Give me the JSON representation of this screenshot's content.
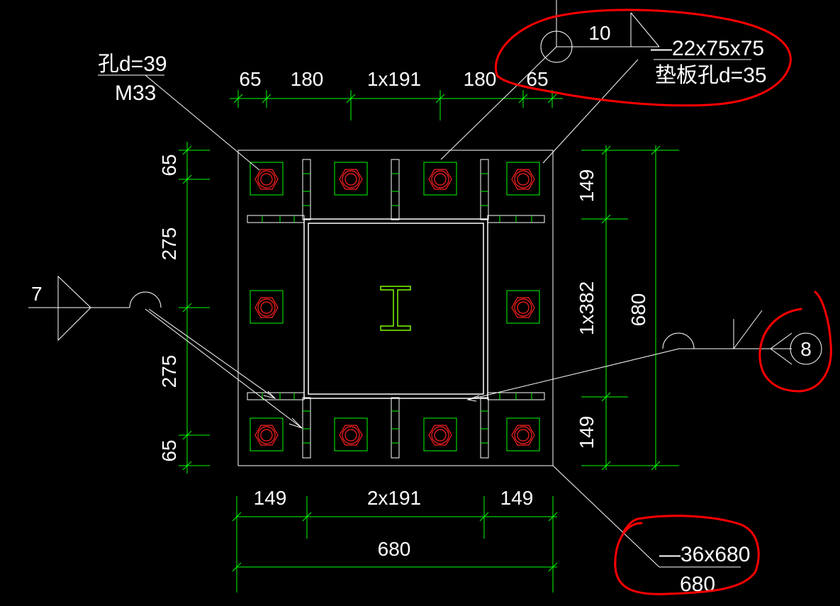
{
  "drawing": {
    "colors": {
      "background": "#000000",
      "outline": "#ffffff",
      "dimension": "#00ff00",
      "bolt": "#ff2020",
      "washer": "#00ff00",
      "annotation": "#ff0000",
      "column": "#7CFC00",
      "text": "#ffffff"
    },
    "top_dimensions": [
      "65",
      "180",
      "1x191",
      "180",
      "65"
    ],
    "bottom_dimensions": [
      "149",
      "2x191",
      "149"
    ],
    "bottom_total": "680",
    "left_dimensions": [
      "65",
      "275",
      "275",
      "65"
    ],
    "right_dimensions": [
      "149",
      "1x382",
      "149"
    ],
    "right_total": "680",
    "bolt_label": {
      "hole": "孔d=39",
      "bolt": "M33"
    },
    "washer_label": {
      "size": "—22x75x75",
      "hole": "垫板孔d=35",
      "weld_size": "10"
    },
    "plate_label": {
      "size": "—36x680",
      "length": "680"
    },
    "weld_left": "7",
    "weld_right": "8"
  }
}
